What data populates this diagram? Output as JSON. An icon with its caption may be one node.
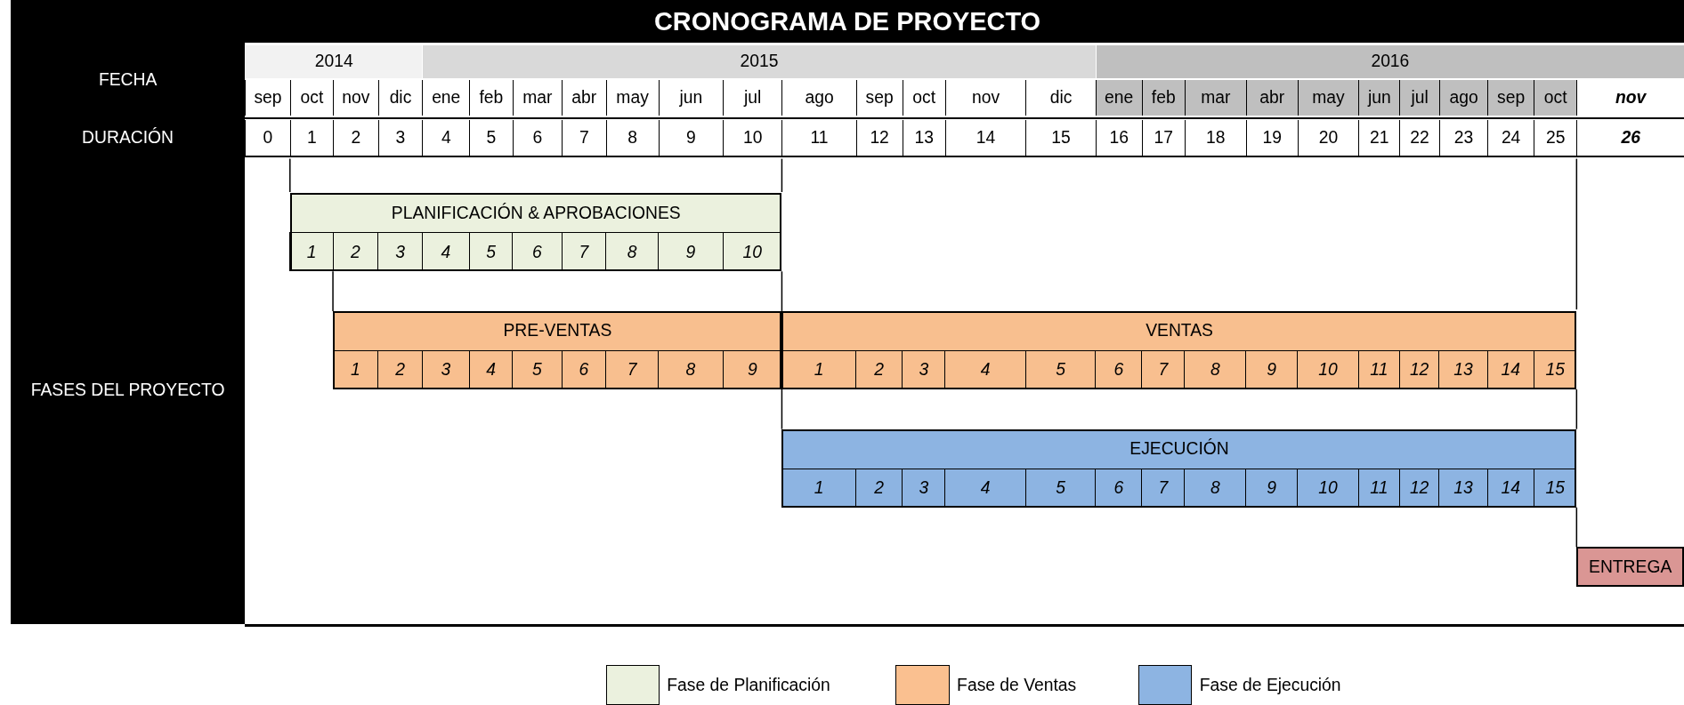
{
  "diagram": {
    "title": "CRONOGRAMA DE PROYECTO",
    "nodes": [
      {
        "text": [
          "PLANIFICACIÓN & APROBACIONES",
          "1",
          "2",
          "3",
          "4",
          "5",
          "6",
          "7",
          "8",
          "9",
          "10"
        ]
      },
      {
        "text": [
          "PRE-VENTAS",
          "1",
          "2",
          "3",
          "4",
          "5",
          "6",
          "7",
          "8",
          "9"
        ]
      },
      {
        "text": [
          "VENTAS",
          "1",
          "2",
          "3",
          "4",
          "5",
          "6",
          "7",
          "8",
          "9",
          "10",
          "11",
          "12",
          "13",
          "14",
          "15"
        ]
      },
      {
        "text": [
          "EJECUCIÓN",
          "1",
          "2",
          "3",
          "4",
          "5",
          "6",
          "7",
          "8",
          "9",
          "10",
          "11",
          "12",
          "13",
          "14",
          "15"
        ]
      },
      {
        "text": [
          "ENTREGA"
        ]
      }
    ],
    "edges": [
      {
        "from": 0,
        "to": 1,
        "arrow": "none"
      },
      {
        "from": 0,
        "to": 2,
        "arrow": "none"
      },
      {
        "from": 2,
        "to": 3,
        "arrow": "none"
      },
      {
        "from": 2,
        "to": 3,
        "arrow": "none"
      },
      {
        "from": 3,
        "to": 4,
        "arrow": "none"
      }
    ],
    "labels": [
      "FECHA",
      "2014",
      "2015",
      "2016",
      "sep",
      "oct",
      "nov",
      "dic",
      "ene",
      "feb",
      "mar",
      "abr",
      "may",
      "jun",
      "jul",
      "ago",
      "sep",
      "oct",
      "nov",
      "dic",
      "ene",
      "feb",
      "mar",
      "abr",
      "may",
      "jun",
      "jul",
      "ago",
      "sep",
      "oct",
      "nov",
      "DURACIÓN",
      "0",
      "1",
      "2",
      "3",
      "4",
      "5",
      "6",
      "7",
      "8",
      "9",
      "10",
      "11",
      "12",
      "13",
      "14",
      "15",
      "16",
      "17",
      "18",
      "19",
      "20",
      "21",
      "22",
      "23",
      "24",
      "25",
      "26",
      "FASES DEL PROYECTO"
    ],
    "legend": [
      {
        "text": "Fase de Planificación",
        "color": "#ebf1de"
      },
      {
        "text": "Fase de Ventas",
        "color": "#fac090"
      },
      {
        "text": "Fase de Ejecución",
        "color": "#8db4e2"
      }
    ]
  }
}
